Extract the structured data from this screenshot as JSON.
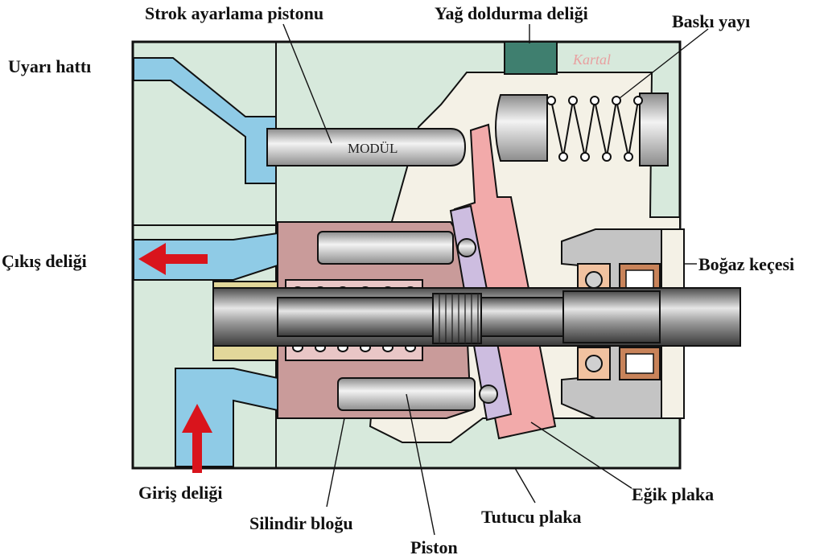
{
  "labels": {
    "strok": "Strok ayarlama pistonu",
    "yag": "Yağ doldurma deliği",
    "baski": "Baskı yayı",
    "uyari": "Uyarı hattı",
    "cikis": "Çıkış deliği",
    "bogaz": "Boğaz keçesi",
    "giris": "Giriş deliği",
    "silindir": "Silindir bloğu",
    "piston": "Piston",
    "tutucu": "Tutucu plaka",
    "egik": "Eğik plaka"
  },
  "modul_text": "MODÜL",
  "watermark": "Kartal",
  "colors": {
    "housing": "#d7e9dc",
    "chamber": "#f4f1e6",
    "passage": "#8fcbe6",
    "cylinder_block": "#c99b9a",
    "swash_plate": "#f2aaaa",
    "retainer_plate": "#cdbde0",
    "seal_housing": "#c4c4c4",
    "flow_arrow": "#d9141c",
    "fill_port": "#3f7f6f",
    "bushing": "#e2d79a"
  }
}
